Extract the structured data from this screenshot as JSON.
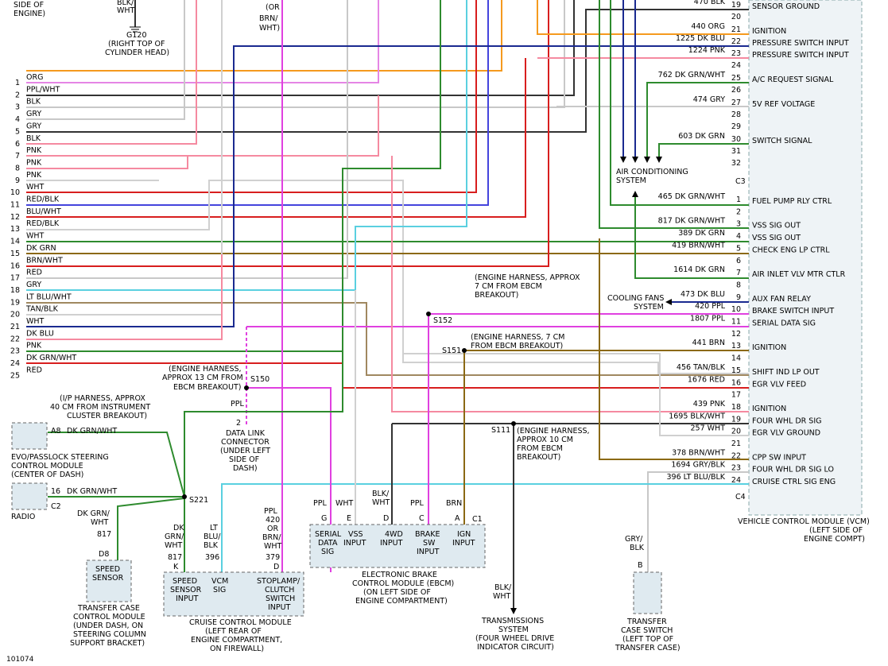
{
  "left_pins": {
    "numbers": [
      "1",
      "2",
      "3",
      "4",
      "5",
      "6",
      "7",
      "8",
      "9",
      "10",
      "11",
      "12",
      "13",
      "14",
      "15",
      "16",
      "17",
      "18",
      "19",
      "20",
      "21",
      "22",
      "23",
      "24",
      "25"
    ],
    "colors": [
      "ORG",
      "PPL/WHT",
      "BLK",
      "GRY",
      "GRY",
      "BLK",
      "PNK",
      "PNK",
      "PNK",
      "WHT",
      "RED/BLK",
      "BLU/WHT",
      "RED/BLK",
      "WHT",
      "DK GRN",
      "BRN/WHT",
      "RED",
      "GRY",
      "LT BLU/WHT",
      "TAN/BLK",
      "WHT",
      "DK BLU",
      "PNK",
      "DK GRN/WHT",
      "RED"
    ]
  },
  "vcm_c3": {
    "connector": "C3",
    "pins": [
      "19",
      "20",
      "21",
      "22",
      "23",
      "24",
      "25",
      "26",
      "27",
      "28",
      "29",
      "30",
      "31",
      "32"
    ],
    "circuits": [
      {
        "pin": "19",
        "circuit": "470",
        "color": "BLK",
        "function": "SENSOR GROUND"
      },
      {
        "pin": "21",
        "circuit": "440",
        "color": "ORG",
        "function": "IGNITION"
      },
      {
        "pin": "22",
        "circuit": "1225",
        "color": "DK BLU",
        "function": "PRESSURE SWITCH INPUT"
      },
      {
        "pin": "23",
        "circuit": "1224",
        "color": "PNK",
        "function": "PRESSURE SWITCH INPUT"
      },
      {
        "pin": "25",
        "circuit": "762",
        "color": "DK GRN/WHT",
        "function": "A/C REQUEST SIGNAL"
      },
      {
        "pin": "27",
        "circuit": "474",
        "color": "GRY",
        "function": "5V REF VOLTAGE"
      },
      {
        "pin": "30",
        "circuit": "603",
        "color": "DK GRN",
        "function": "SWITCH SIGNAL"
      }
    ]
  },
  "vcm_c4": {
    "connector": "C4",
    "pins": [
      "1",
      "2",
      "3",
      "4",
      "5",
      "6",
      "7",
      "8",
      "9",
      "10",
      "11",
      "12",
      "13",
      "14",
      "15",
      "16",
      "17",
      "18",
      "19",
      "20",
      "21",
      "22",
      "23",
      "24"
    ],
    "circuits": [
      {
        "pin": "1",
        "circuit": "465",
        "color": "DK GRN/WHT",
        "function": "FUEL PUMP RLY CTRL"
      },
      {
        "pin": "3",
        "circuit": "817",
        "color": "DK GRN/WHT",
        "function": "VSS SIG OUT"
      },
      {
        "pin": "4",
        "circuit": "389",
        "color": "DK GRN",
        "function": "VSS SIG OUT"
      },
      {
        "pin": "5",
        "circuit": "419",
        "color": "BRN/WHT",
        "function": "CHECK ENG LP CTRL"
      },
      {
        "pin": "7",
        "circuit": "1614",
        "color": "DK GRN",
        "function": "AIR INLET VLV MTR CTLR"
      },
      {
        "pin": "9",
        "circuit": "473",
        "color": "DK BLU",
        "function": "AUX FAN RELAY"
      },
      {
        "pin": "10",
        "circuit": "420",
        "color": "PPL",
        "function": "BRAKE SWITCH INPUT"
      },
      {
        "pin": "11",
        "circuit": "1807",
        "color": "PPL",
        "function": "SERIAL DATA SIG"
      },
      {
        "pin": "13",
        "circuit": "441",
        "color": "BRN",
        "function": "IGNITION"
      },
      {
        "pin": "15",
        "circuit": "456",
        "color": "TAN/BLK",
        "function": "SHIFT IND LP OUT"
      },
      {
        "pin": "16",
        "circuit": "1676",
        "color": "RED",
        "function": "EGR VLV FEED"
      },
      {
        "pin": "18",
        "circuit": "439",
        "color": "PNK",
        "function": "IGNITION"
      },
      {
        "pin": "19",
        "circuit": "1695",
        "color": "BLK/WHT",
        "function": "FOUR WHL DR SIG"
      },
      {
        "pin": "20",
        "circuit": "257",
        "color": "WHT",
        "function": "EGR VLV GROUND"
      },
      {
        "pin": "22",
        "circuit": "378",
        "color": "BRN/WHT",
        "function": "CPP SW INPUT"
      },
      {
        "pin": "23",
        "circuit": "1694",
        "color": "GRY/BLK",
        "function": "FOUR WHL DR SIG LO"
      },
      {
        "pin": "24",
        "circuit": "396",
        "color": "LT BLU/BLK",
        "function": "CRUISE CTRL SIG ENG"
      }
    ]
  },
  "vcm": {
    "lines": [
      "VEHICLE CONTROL MODULE (VCM)",
      "(LEFT SIDE OF",
      "ENGINE COMPT)"
    ]
  },
  "ac_system": [
    "AIR CONDITIONING",
    "SYSTEM"
  ],
  "cooling_fans": [
    "COOLING FANS",
    "SYSTEM"
  ],
  "ground": {
    "wire": [
      "BLK/",
      "WHT"
    ],
    "splice": "G120",
    "location": [
      "(RIGHT TOP OF",
      "CYLINDER HEAD)"
    ],
    "top_left": [
      "SIDE OF",
      "ENGINE)"
    ],
    "top_mid": [
      "(OR",
      "BRN/",
      "WHT)"
    ]
  },
  "splices": {
    "s152": {
      "id": "S152",
      "note": [
        "(ENGINE HARNESS, APPROX",
        "7 CM FROM EBCM",
        "BREAKOUT)"
      ]
    },
    "s151": {
      "id": "S151",
      "note": [
        "(ENGINE HARNESS, 7 CM",
        "FROM EBCM BREAKOUT)"
      ]
    },
    "s150": {
      "id": "S150",
      "note": [
        "(ENGINE HARNESS,",
        "APPROX 13 CM FROM",
        "EBCM BREAKOUT)"
      ],
      "wire": "PPL"
    },
    "s111": {
      "id": "S111",
      "note": [
        "(ENGINE HARNESS,",
        "APPROX 10 CM",
        "FROM EBCM",
        "BREAKOUT)"
      ]
    },
    "s221": {
      "id": "S221",
      "note": [
        "(I/P HARNESS, APPROX",
        "40 CM FROM INSTRUMENT",
        "CLUSTER BREAKOUT)"
      ]
    }
  },
  "dlc": {
    "pin": "2",
    "lines": [
      "DATA LINK",
      "CONNECTOR",
      "(UNDER LEFT",
      "SIDE OF",
      "DASH)"
    ]
  },
  "evo": {
    "pin": "A8",
    "wire": "DK GRN/WHT",
    "lines": [
      "EVO/PASSLOCK STEERING",
      "CONTROL MODULE",
      "(CENTER OF DASH)"
    ]
  },
  "radio": {
    "pin": "16",
    "conn": "C2",
    "wire": "DK GRN/WHT",
    "label": "RADIO"
  },
  "speed_sensor": {
    "wire": [
      "DK GRN/",
      "WHT"
    ],
    "circuit": "817",
    "pin": "D8",
    "box": [
      "SPEED",
      "SENSOR"
    ],
    "lines": [
      "TRANSFER CASE",
      "CONTROL MODULE",
      "(UNDER DASH, ON",
      "STEERING COLUMN",
      "SUPPORT BRACKET)"
    ]
  },
  "cruise": {
    "wire_k": [
      "DK",
      "GRN/",
      "WHT",
      "817",
      "K"
    ],
    "wire_lt": [
      "LT",
      "BLU/",
      "BLK",
      "396"
    ],
    "wire_ppl": [
      "PPL",
      "420",
      "OR",
      "BRN/",
      "WHT",
      "379",
      "D"
    ],
    "inputs": [
      [
        "SPEED",
        "SENSOR",
        "INPUT"
      ],
      [
        "VCM",
        "SIG"
      ],
      [
        "STOPLAMP/",
        "CLUTCH",
        "SWITCH",
        "INPUT"
      ]
    ],
    "lines": [
      "CRUISE CONTROL MODULE",
      "(LEFT REAR OF",
      "ENGINE COMPARTMENT,",
      "ON FIREWALL)"
    ]
  },
  "ebcm": {
    "wires": [
      "PPL",
      "WHT",
      "BLK/",
      "WHT",
      "PPL",
      "BRN"
    ],
    "pins": [
      "G",
      "E",
      "D",
      "C",
      "A",
      "C1"
    ],
    "inputs": [
      [
        "SERIAL",
        "DATA",
        "SIG"
      ],
      [
        "VSS",
        "INPUT"
      ],
      [
        "4WD",
        "INPUT"
      ],
      [
        "BRAKE",
        "SW",
        "INPUT"
      ],
      [
        "IGN",
        "INPUT"
      ]
    ],
    "lines": [
      "ELECTRONIC BRAKE",
      "CONTROL MODULE (EBCM)",
      "(ON LEFT SIDE OF",
      "ENGINE COMPARTMENT)"
    ]
  },
  "trans": {
    "wire": [
      "BLK/",
      "WHT"
    ],
    "lines": [
      "TRANSMISSIONS",
      "SYSTEM",
      "(FOUR WHEEL DRIVE",
      "INDICATOR CIRCUIT)"
    ]
  },
  "tcase": {
    "wire": [
      "GRY/",
      "BLK"
    ],
    "pin": "B",
    "lines": [
      "TRANSFER",
      "CASE SWITCH",
      "(LEFT TOP OF",
      "TRANSFER CASE)"
    ]
  },
  "figure_id": "101074",
  "colors": {
    "ORG": "#f59a1e",
    "PPL": "#e040e0",
    "BLK": "#333333",
    "GRY": "#c8c8c8",
    "PNK": "#f58aa0",
    "WHT": "#d0d0d0",
    "RED": "#d81e1e",
    "BLU": "#2222cc",
    "DKBLU": "#1a2a90",
    "DKGRN": "#2e8b2e",
    "BRN": "#8b6914",
    "LTBLU": "#5ad0e0",
    "TAN": "#a08860"
  }
}
